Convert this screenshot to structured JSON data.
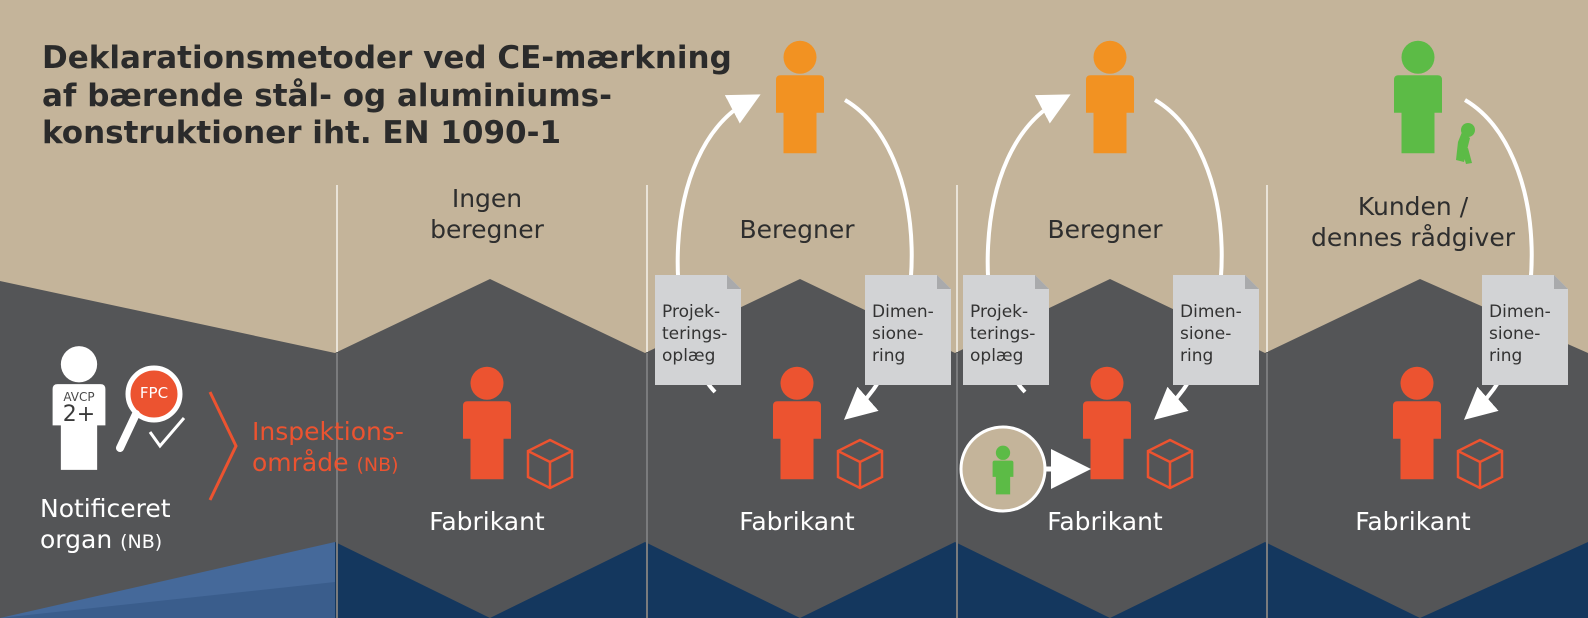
{
  "title": {
    "line1": "Deklarationsmetoder ved CE-mærkning",
    "line2": "af bærende stål- og aluminiums-",
    "line3": "konstruktioner iht. EN 1090-1"
  },
  "colors": {
    "beige": "#c4b49a",
    "dark": "#545557",
    "navy": "#14375e",
    "steel_blue": "#45699a",
    "orange": "#f29222",
    "red": "#ec5330",
    "green": "#5cbb46",
    "doc_gray": "#d2d3d5"
  },
  "notified_body": {
    "avcp_label": "AVCP",
    "avcp_value": "2+",
    "fpc_label": "FPC",
    "name_line1": "Notificeret",
    "name_line2": "organ",
    "name_nb": "(NB)",
    "inspection_line1": "Inspektions-",
    "inspection_line2": "område",
    "inspection_nb": "(NB)"
  },
  "columns": [
    {
      "top_label_line1": "Ingen",
      "top_label_line2": "beregner",
      "bottom_label": "Fabrikant"
    },
    {
      "top_label_line1": "Beregner",
      "top_label_line2": "",
      "bottom_label": "Fabrikant",
      "doc_left": [
        "Projek-",
        "terings-",
        "oplæg"
      ],
      "doc_right": [
        "Dimen-",
        "sione-",
        "ring"
      ]
    },
    {
      "top_label_line1": "Beregner",
      "top_label_line2": "",
      "bottom_label": "Fabrikant",
      "doc_left": [
        "Projek-",
        "terings-",
        "oplæg"
      ],
      "doc_right": [
        "Dimen-",
        "sione-",
        "ring"
      ]
    },
    {
      "top_label_line1": "Kunden /",
      "top_label_line2": "dennes rådgiver",
      "bottom_label": "Fabrikant",
      "doc_right": [
        "Dimen-",
        "sione-",
        "ring"
      ]
    }
  ]
}
